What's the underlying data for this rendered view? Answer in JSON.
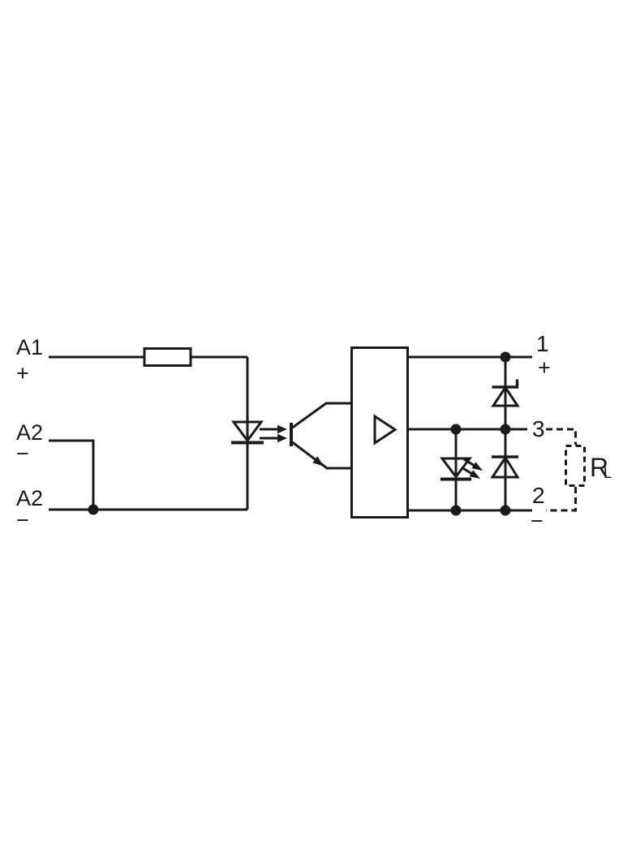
{
  "diagram": {
    "type": "wiring-schematic",
    "background_color": "#ffffff",
    "line_color": "#1a1a1a",
    "input_terminals": [
      {
        "label": "A1",
        "polarity": "+"
      },
      {
        "label": "A2",
        "polarity": "−"
      },
      {
        "label": "A2",
        "polarity": "−"
      }
    ],
    "output_terminals": [
      {
        "label": "1",
        "polarity": "+"
      },
      {
        "label": "3",
        "polarity": ""
      },
      {
        "label": "2",
        "polarity": "−"
      }
    ],
    "load": {
      "label": "R",
      "subscript": "L"
    },
    "components": [
      {
        "name": "input-series-resistor",
        "symbol": "resistor-box"
      },
      {
        "name": "optocoupler-input-led",
        "symbol": "led-with-light-arrows"
      },
      {
        "name": "optocoupler-phototransistor",
        "symbol": "npn-phototransistor"
      },
      {
        "name": "output-driver",
        "symbol": "amplifier-box-with-triangle"
      },
      {
        "name": "suppressor-zener-diode",
        "symbol": "zener-diode"
      },
      {
        "name": "status-led",
        "symbol": "led-with-light-arrows"
      },
      {
        "name": "reverse-protection-diode",
        "symbol": "diode"
      },
      {
        "name": "external-load-resistor",
        "symbol": "dashed-resistor-box"
      }
    ]
  }
}
